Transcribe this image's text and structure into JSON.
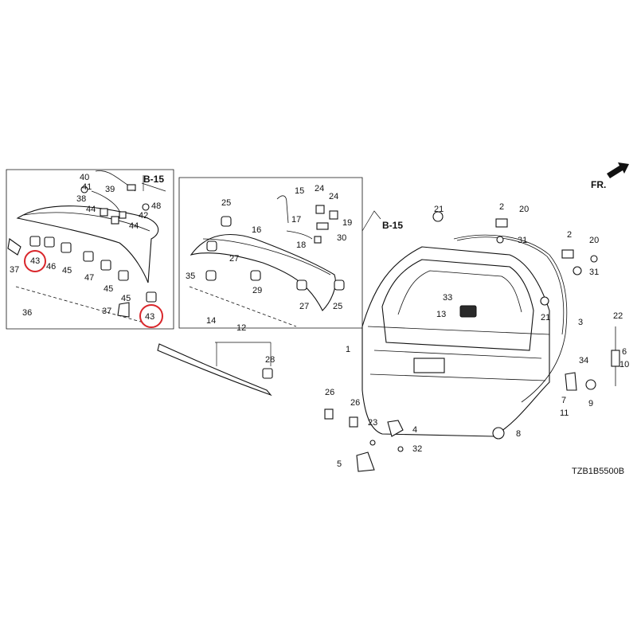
{
  "diagram": {
    "direction_label": "FR.",
    "code": "TZB1B5500B",
    "ref_label": "B-15",
    "highlight_color": "#d9262b",
    "highlighted_parts": [
      "43"
    ],
    "parts": {
      "p1": "1",
      "p2": "2",
      "p3": "3",
      "p4": "4",
      "p5": "5",
      "p6": "6",
      "p7": "7",
      "p8": "8",
      "p9": "9",
      "p10": "10",
      "p11": "11",
      "p12": "12",
      "p13": "13",
      "p14": "14",
      "p15": "15",
      "p16": "16",
      "p17": "17",
      "p18": "18",
      "p19": "19",
      "p20": "20",
      "p21": "21",
      "p22": "22",
      "p23": "23",
      "p24": "24",
      "p25": "25",
      "p26": "26",
      "p27": "27",
      "p28": "28",
      "p29": "29",
      "p30": "30",
      "p31": "31",
      "p32": "32",
      "p33": "33",
      "p34": "34",
      "p35": "35",
      "p36": "36",
      "p37": "37",
      "p38": "38",
      "p39": "39",
      "p40": "40",
      "p41": "41",
      "p42": "42",
      "p43": "43",
      "p44": "44",
      "p45": "45",
      "p46": "46",
      "p47": "47",
      "p48": "48"
    }
  }
}
